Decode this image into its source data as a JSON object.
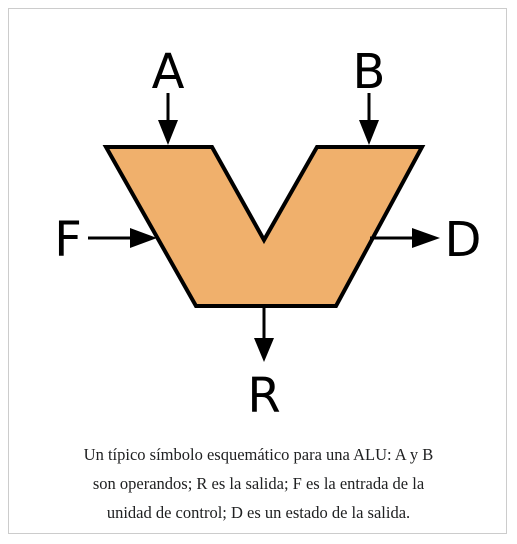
{
  "diagram": {
    "inputs": {
      "a": "A",
      "b": "B",
      "f": "F"
    },
    "outputs": {
      "r": "R",
      "d": "D"
    },
    "colors": {
      "alu_fill": "#f0b06c",
      "stroke": "#000000"
    }
  },
  "caption": {
    "line1": "Un típico símbolo esquemático para una ALU: A y B",
    "line2": "son operandos; R es la salida; F es la entrada de la",
    "line3": "unidad de control; D es un estado de la salida."
  }
}
